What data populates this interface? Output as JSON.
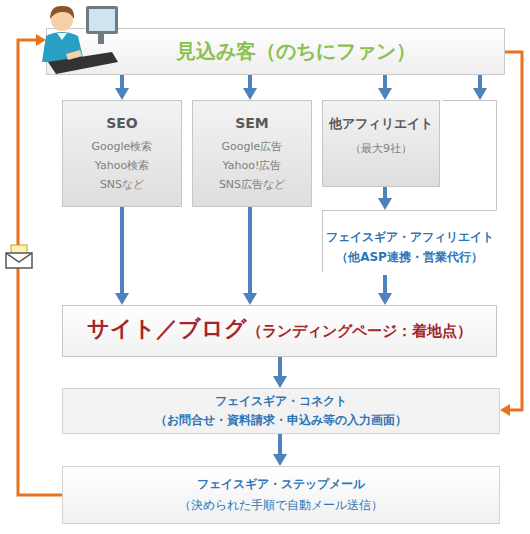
{
  "diagram": {
    "nodes": [
      {
        "text": [
          "見込み客（のちにファン）"
        ]
      },
      {
        "text": [
          "SEO",
          "Google検索 Yahoo検索 SNSなど"
        ]
      },
      {
        "text": [
          "SEM",
          "Google広告 Yahoo!広告 SNS広告など"
        ]
      },
      {
        "text": [
          "他アフィリエイト",
          "（最大9社）"
        ]
      },
      {
        "text": [
          "フェイスギア・アフィリエイト",
          "（他ASP連携・営業代行）"
        ]
      },
      {
        "text": [
          "サイト／ブログ",
          "（ランディングページ：着地点）"
        ]
      },
      {
        "text": [
          "フェイスギア・コネクト",
          "（お問合せ・資料請求・申込み等の入力画面）"
        ]
      },
      {
        "text": [
          "フェイスギア・ステップメール",
          "（決められた手順で自動メール送信）"
        ]
      }
    ],
    "edges": [
      {
        "from": 0,
        "to": 1,
        "arrow": "to"
      },
      {
        "from": 0,
        "to": 2,
        "arrow": "to"
      },
      {
        "from": 0,
        "to": 3,
        "arrow": "to"
      },
      {
        "from": 0,
        "to": 4,
        "arrow": "to"
      },
      {
        "from": 3,
        "to": 4,
        "arrow": "to"
      },
      {
        "from": 1,
        "to": 5,
        "arrow": "to"
      },
      {
        "from": 2,
        "to": 5,
        "arrow": "to"
      },
      {
        "from": 4,
        "to": 5,
        "arrow": "to"
      },
      {
        "from": 5,
        "to": 6,
        "arrow": "to"
      },
      {
        "from": 6,
        "to": 7,
        "arrow": "to"
      },
      {
        "from": 7,
        "to": 0,
        "arrow": "to"
      },
      {
        "from": 0,
        "to": 6,
        "arrow": "to"
      }
    ]
  }
}
